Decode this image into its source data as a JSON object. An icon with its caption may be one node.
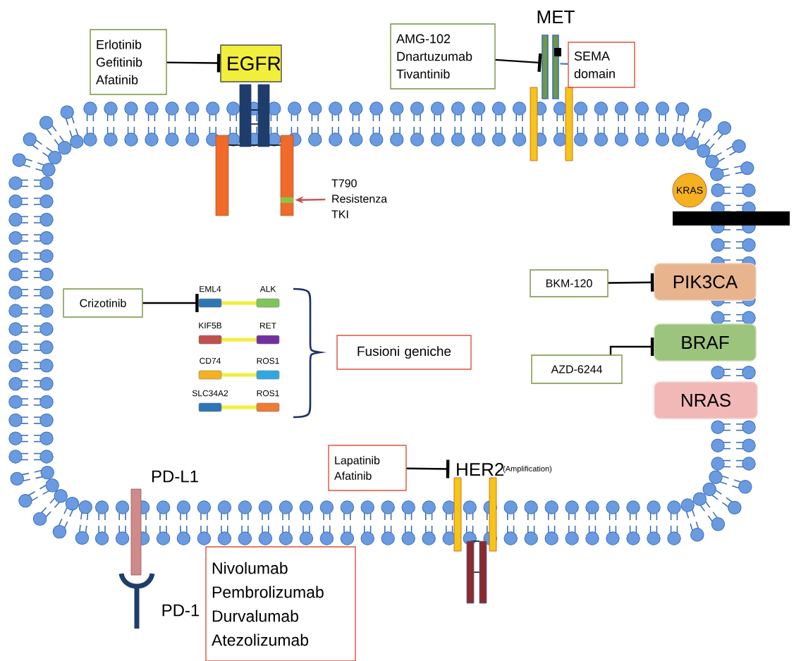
{
  "diagram": {
    "nodes": [
      {
        "text": [
          "Erlotinib Gefitinib Afatinib"
        ]
      },
      {
        "text": [
          "EGFR"
        ]
      },
      {
        "text": [
          "AMG-102 Dnartuzumab Tivantinib"
        ]
      },
      {
        "text": [
          "MET"
        ]
      },
      {
        "text": [
          "SEMA domain"
        ]
      },
      {
        "text": [
          "T790 Resistenza TKI"
        ]
      },
      {
        "text": [],
        "shape": "bar"
      },
      {
        "text": [
          "KRAS"
        ]
      },
      {
        "text": [
          "Crizotinib"
        ]
      },
      {
        "text": [
          "EML4",
          "ALK"
        ]
      },
      {
        "text": [
          "KIF5B",
          "RET"
        ]
      },
      {
        "text": [
          "CD74",
          "ROS1"
        ]
      },
      {
        "text": [
          "SLC34A2",
          "ROS1"
        ]
      },
      {
        "text": [
          "Fusioni geniche"
        ]
      },
      {
        "text": [
          "BKM-120"
        ]
      },
      {
        "text": [
          "PIK3CA"
        ]
      },
      {
        "text": [
          "AZD-6244"
        ]
      },
      {
        "text": [
          "BRAF"
        ]
      },
      {
        "text": [
          "NRAS"
        ]
      },
      {
        "text": [
          "Lapatinib Afatinib"
        ]
      },
      {
        "text": [
          "HER2"
        ],
        "beside": [
          "(Amplification)"
        ]
      },
      {
        "text": [
          "Nivolumab Pembrolizumab Durvalumab Atezolizumab"
        ]
      }
    ],
    "edges": [
      {
        "from": 0,
        "to": 1,
        "arrow": "other"
      },
      {
        "from": 2,
        "to": 3,
        "arrow": "other"
      },
      {
        "from": 3,
        "to": 4,
        "arrow": "none",
        "color": "#4f81bd"
      },
      {
        "from": 5,
        "to": 6,
        "arrow": "to",
        "color": "#c0504d"
      },
      {
        "from": 8,
        "to": 9,
        "arrow": "other"
      },
      {
        "from": 14,
        "to": 15,
        "arrow": "other"
      },
      {
        "from": 16,
        "to": 17,
        "arrow": "other"
      },
      {
        "from": 19,
        "to": 20,
        "arrow": "other"
      }
    ],
    "labels": [
      "PD-L1",
      "PD-1"
    ]
  }
}
